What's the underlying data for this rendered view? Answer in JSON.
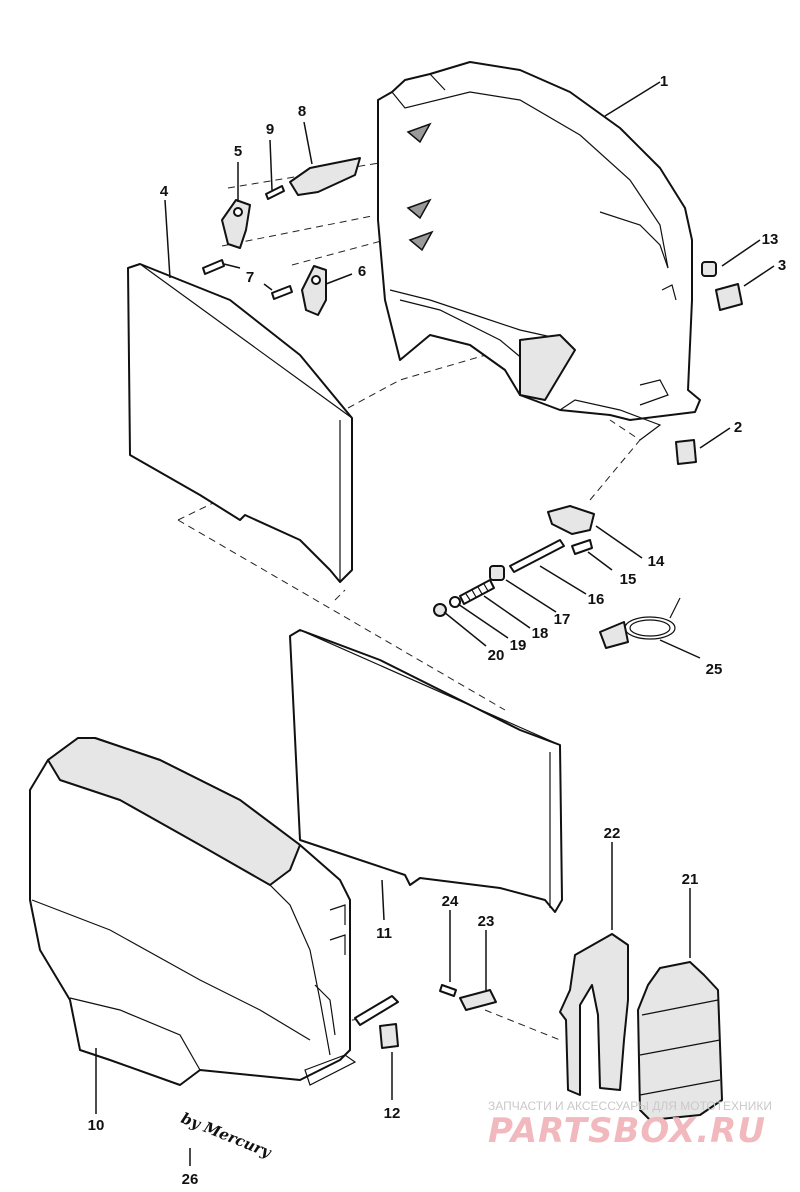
{
  "callouts": {
    "c1": "1",
    "c2": "2",
    "c3": "3",
    "c4": "4",
    "c5": "5",
    "c6": "6",
    "c7": "7",
    "c8": "8",
    "c9": "9",
    "c10": "10",
    "c11": "11",
    "c12": "12",
    "c13": "13",
    "c14": "14",
    "c15": "15",
    "c16": "16",
    "c17": "17",
    "c18": "18",
    "c19": "19",
    "c20": "20",
    "c21": "21",
    "c22": "22",
    "c23": "23",
    "c24": "24",
    "c25": "25",
    "c26": "26"
  },
  "signature": "by Mercury",
  "watermark": {
    "tagline": "ЗАПЧАСТИ И АКСЕССУАРЫ ДЛЯ МОТОТЕХНИКИ",
    "site": "PARTSBOX.RU"
  }
}
